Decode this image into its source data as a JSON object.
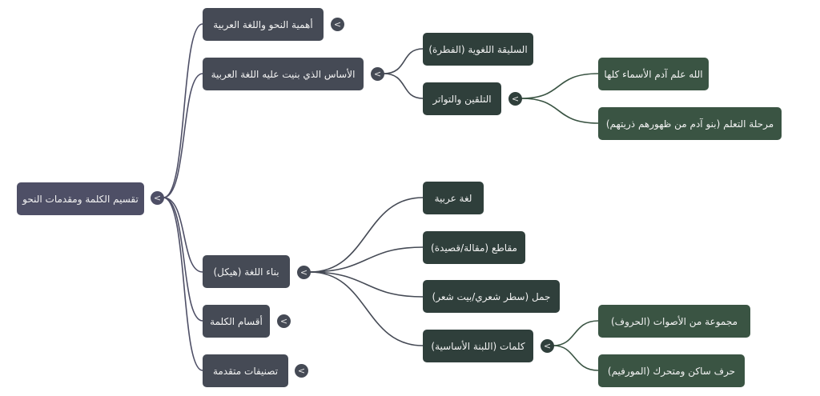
{
  "mindmap": {
    "toggle_glyph": "<",
    "colors": {
      "root": "#4e4f66",
      "level1": "#454a55",
      "level2": "#2f3f3b",
      "level3": "#3a5443",
      "link_root": "#4e4f66",
      "link_level1": "#454a55",
      "link_level2": "#3a5443"
    },
    "root": {
      "label": "تقسيم الكلمة ومقدمات النحو"
    },
    "level1": [
      {
        "label": "أهمية النحو واللغة العربية"
      },
      {
        "label": "الأساس الذي بنيت عليه اللغة العربية"
      },
      {
        "label": "بناء اللغة (هيكل)"
      },
      {
        "label": "أقسام الكلمة"
      },
      {
        "label": "تصنيفات متقدمة"
      }
    ],
    "foundation_children": [
      {
        "label": "السليقة اللغوية (الفطرة)"
      },
      {
        "label": "التلقين والتواتر"
      }
    ],
    "transmission_children": [
      {
        "label": "الله علم آدم الأسماء كلها"
      },
      {
        "label": "مرحلة التعلم (بنو آدم من ظهورهم ذريتهم)"
      }
    ],
    "structure_children": [
      {
        "label": "لغة عربية"
      },
      {
        "label": "مقاطع (مقالة/قصيدة)"
      },
      {
        "label": "جمل (سطر شعري/بيت شعر)"
      },
      {
        "label": "كلمات (اللبنة الأساسية)"
      }
    ],
    "words_children": [
      {
        "label": "مجموعة من الأصوات (الحروف)"
      },
      {
        "label": "حرف ساكن ومتحرك (المورفيم)"
      }
    ]
  }
}
